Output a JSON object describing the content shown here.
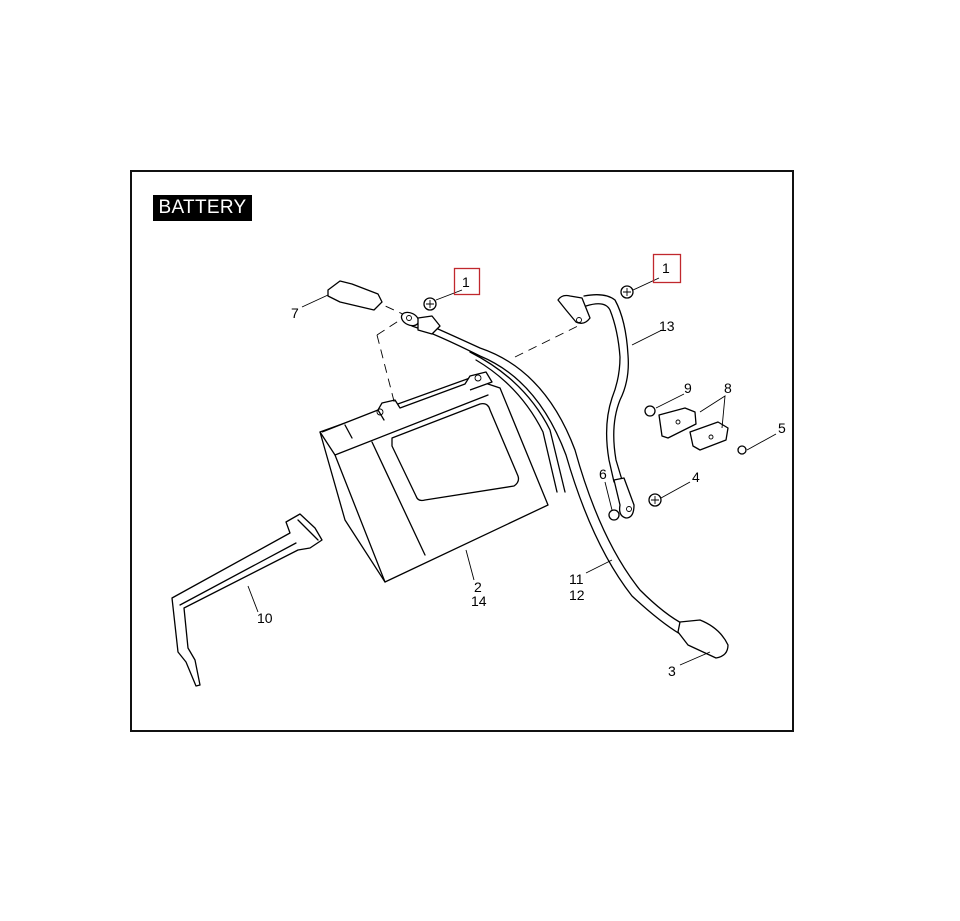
{
  "title": "BATTERY",
  "accent_color": "#c0282d",
  "callouts": {
    "c1a": "1",
    "c1b": "1",
    "c2": "2",
    "c14": "14",
    "c3": "3",
    "c4": "4",
    "c5": "5",
    "c6": "6",
    "c7": "7",
    "c8": "8",
    "c9": "9",
    "c10": "10",
    "c11": "11",
    "c12": "12",
    "c13": "13"
  }
}
